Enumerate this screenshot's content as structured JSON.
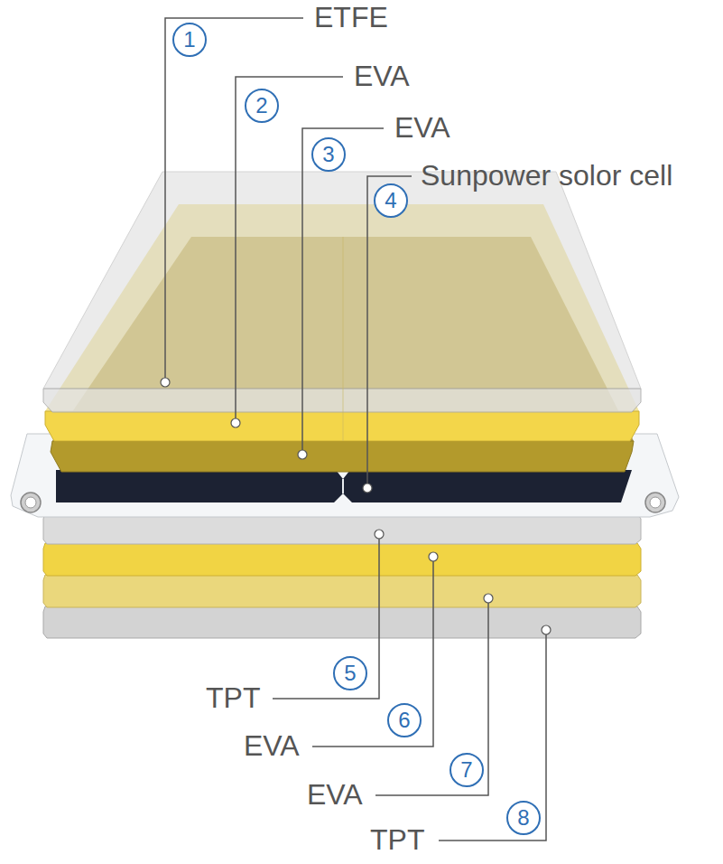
{
  "diagram": {
    "nodes": [
      {
        "text": [
          "1"
        ]
      },
      {
        "text": [
          "2"
        ]
      },
      {
        "text": [
          "3"
        ]
      },
      {
        "text": [
          "4"
        ]
      },
      {
        "text": [
          "5"
        ]
      },
      {
        "text": [
          "6"
        ]
      },
      {
        "text": [
          "7"
        ]
      },
      {
        "text": [
          "8"
        ]
      }
    ],
    "labels": [
      "ETFE",
      "EVA",
      "EVA",
      "Sunpower solor cell",
      "TPT",
      "EVA",
      "EVA",
      "TPT"
    ]
  }
}
